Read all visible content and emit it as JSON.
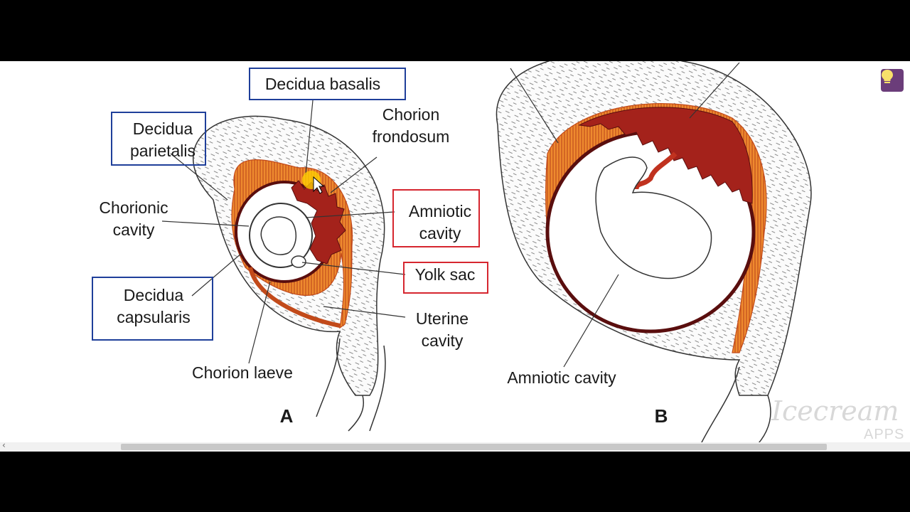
{
  "diagram_a": {
    "letter": "A",
    "labels": {
      "decidua_basalis": "Decidua basalis",
      "decidua_parietalis_1": "Decidua",
      "decidua_parietalis_2": "parietalis",
      "chorion_frondosum_1": "Chorion",
      "chorion_frondosum_2": "frondosum",
      "chorionic_cavity_1": "Chorionic",
      "chorionic_cavity_2": "cavity",
      "amniotic_cavity_1": "Amniotic",
      "amniotic_cavity_2": "cavity",
      "yolk_sac": "Yolk sac",
      "decidua_capsularis_1": "Decidua",
      "decidua_capsularis_2": "capsularis",
      "uterine_cavity_1": "Uterine",
      "uterine_cavity_2": "cavity",
      "chorion_laeve": "Chorion laeve"
    }
  },
  "diagram_b": {
    "letter": "B",
    "labels": {
      "amniotic_cavity": "Amniotic cavity"
    }
  },
  "watermark": {
    "brand": "Icecream",
    "sub": "APPS"
  },
  "colors": {
    "blue_box": "#1f3f9a",
    "red_box": "#d6262f",
    "decidua_orange": "#e8792b",
    "villi_red": "#a4221b",
    "hint_button": "#6b3d7a"
  },
  "icons": {
    "hint": "lightbulb-icon",
    "cursor": "pointer-cursor-icon",
    "scroll_left": "chevron-left-icon"
  }
}
